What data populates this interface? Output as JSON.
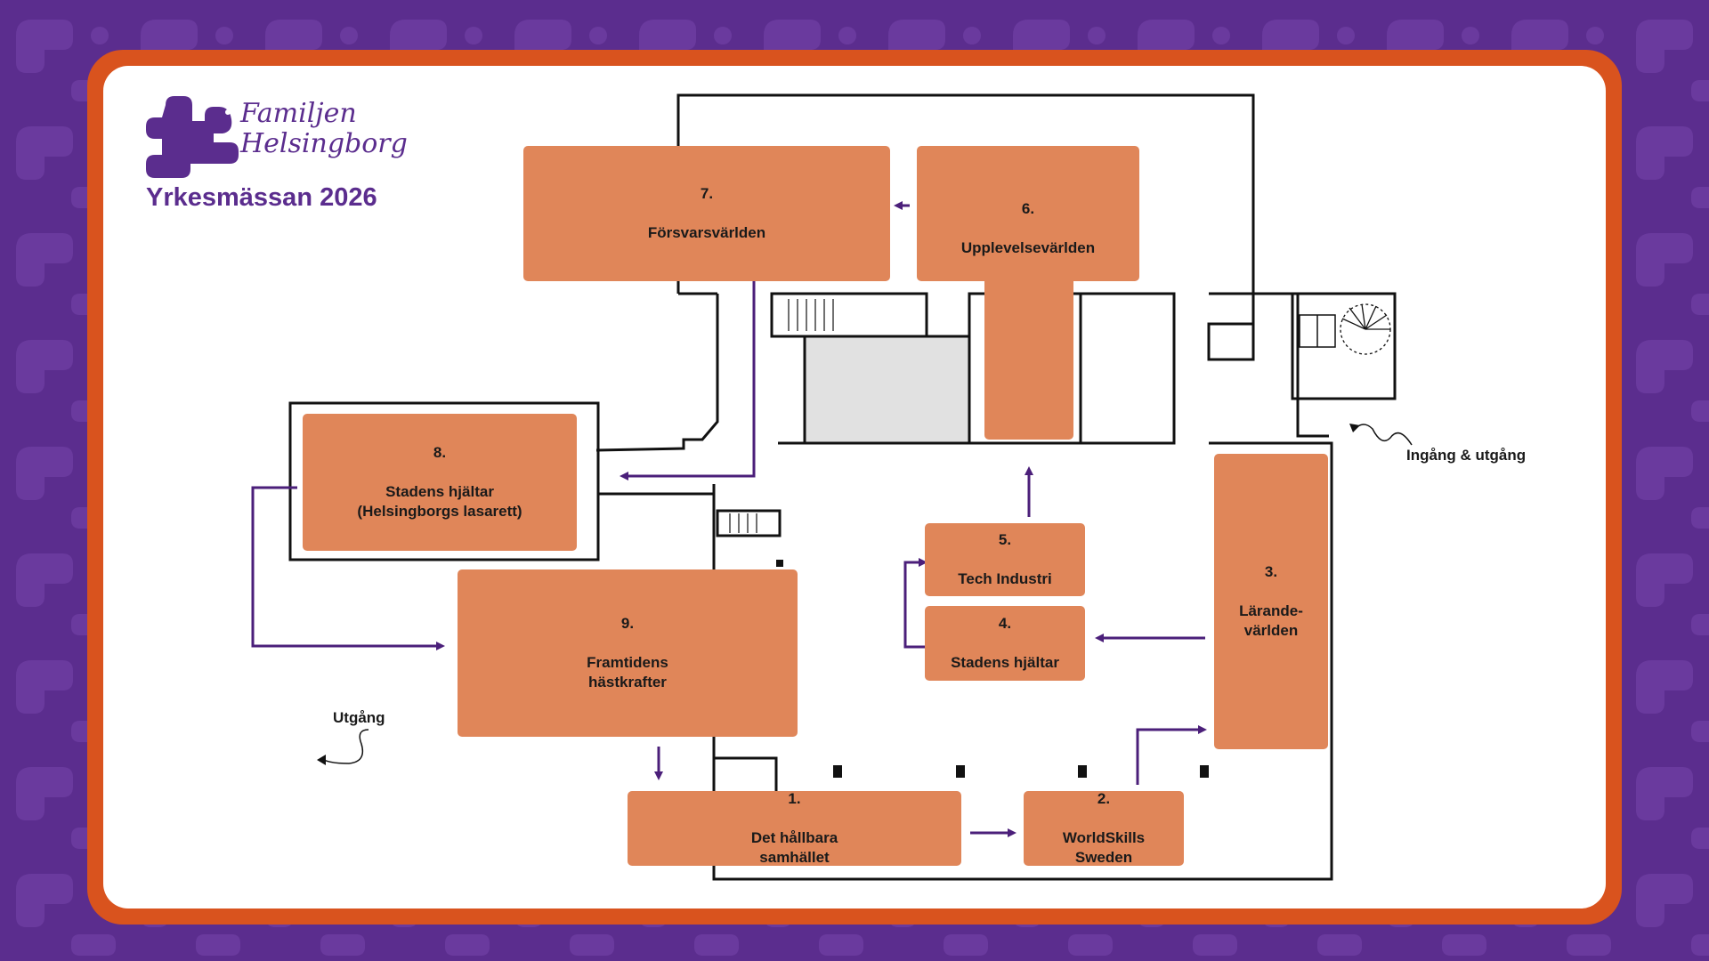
{
  "event": {
    "brand_line1": "Familjen",
    "brand_line2": "Helsingborg",
    "title": "Yrkesmässan 2026"
  },
  "colors": {
    "background": "#5b2d8e",
    "frame": "#d9531e",
    "zone": "#e08659",
    "arrow": "#4b1f7a",
    "walls": "#111111"
  },
  "zones": [
    {
      "number": "1.",
      "name": "Det hållbara\nsamhället"
    },
    {
      "number": "2.",
      "name": "WorldSkills\nSweden"
    },
    {
      "number": "3.",
      "name": "Lärande-\nvärlden"
    },
    {
      "number": "4.",
      "name": "Stadens hjältar"
    },
    {
      "number": "5.",
      "name": "Tech Industri"
    },
    {
      "number": "6.",
      "name": "Upplevelsevärlden"
    },
    {
      "number": "7.",
      "name": "Försvarsvärlden"
    },
    {
      "number": "8.",
      "name": "Stadens hjältar\n(Helsingborgs lasarett)"
    },
    {
      "number": "9.",
      "name": "Framtidens\nhästkrafter"
    }
  ],
  "labels": {
    "entrance": "Ingång & utgång",
    "exit": "Utgång"
  },
  "icons": [
    "squiggle-arrow-icon",
    "elevator-icon",
    "spiral-stair-icon",
    "stair-icon"
  ]
}
